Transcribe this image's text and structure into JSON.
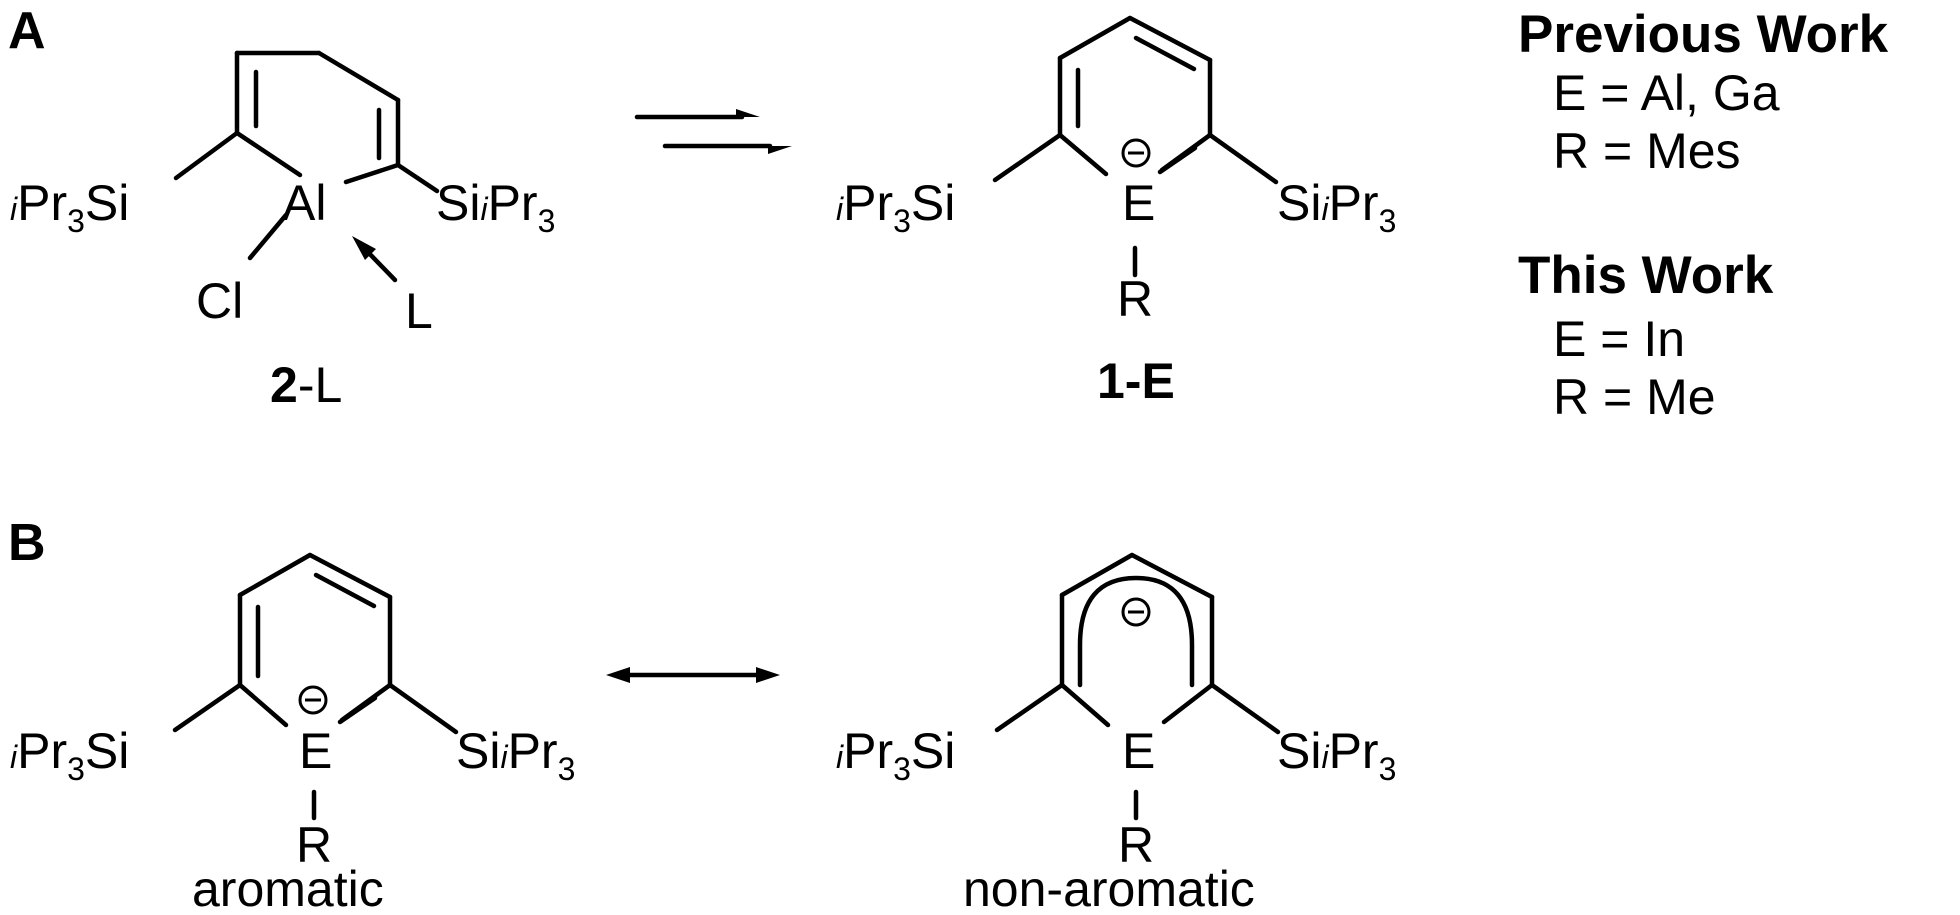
{
  "panels": {
    "a": "A",
    "b": "B"
  },
  "group": {
    "prefix": "i",
    "pr": "Pr",
    "n": "3",
    "si": "Si"
  },
  "atoms": {
    "al": "Al",
    "cl": "Cl",
    "l": "L",
    "e": "E",
    "r": "R"
  },
  "charge": "−",
  "compounds": {
    "c2": {
      "bold": "2",
      "rest": "-L"
    },
    "c1": "1-E"
  },
  "previous": {
    "header": "Previous Work",
    "line1": "E = Al, Ga",
    "line2": "R = Mes"
  },
  "this_work": {
    "header": "This Work",
    "line1": "E = In",
    "line2": "R = Me"
  },
  "resonance": {
    "left": "aromatic",
    "right": "non-aromatic"
  }
}
